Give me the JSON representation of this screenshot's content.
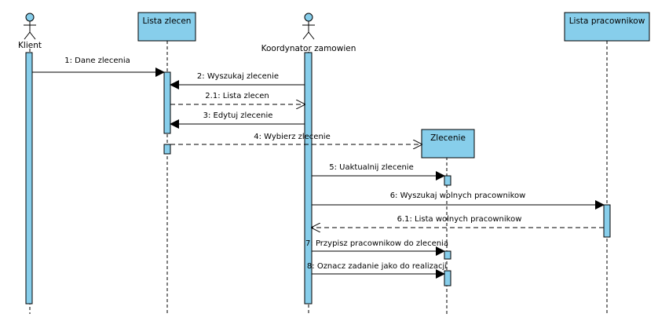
{
  "participants": {
    "klient": "Klient",
    "lista_zlecen": "Lista zlecen",
    "koordynator": "Koordynator zamowien",
    "lista_pracownikow": "Lista pracownikow",
    "zlecenie": "Zlecenie"
  },
  "messages": [
    {
      "id": "m1",
      "label": "1: Dane zlecenia",
      "kind": "sync"
    },
    {
      "id": "m2",
      "label": "2: Wyszukaj zlecenie",
      "kind": "sync"
    },
    {
      "id": "m21",
      "label": "2.1: Lista zlecen",
      "kind": "return"
    },
    {
      "id": "m3",
      "label": "3: Edytuj zlecenie",
      "kind": "sync"
    },
    {
      "id": "m4",
      "label": "4: Wybierz zlecenie",
      "kind": "create"
    },
    {
      "id": "m5",
      "label": "5: Uaktualnij zlecenie",
      "kind": "sync"
    },
    {
      "id": "m6",
      "label": "6: Wyszukaj wolnych pracownikow",
      "kind": "sync"
    },
    {
      "id": "m61",
      "label": "6.1: Lista wolnych pracownikow",
      "kind": "return"
    },
    {
      "id": "m7",
      "label": "7: Przypisz pracownikow do zlecenia",
      "kind": "sync"
    },
    {
      "id": "m8",
      "label": "8: Oznacz zadanie jako do realizacji",
      "kind": "sync"
    }
  ],
  "colors": {
    "activation": "#87ceeb",
    "line": "#000000"
  }
}
